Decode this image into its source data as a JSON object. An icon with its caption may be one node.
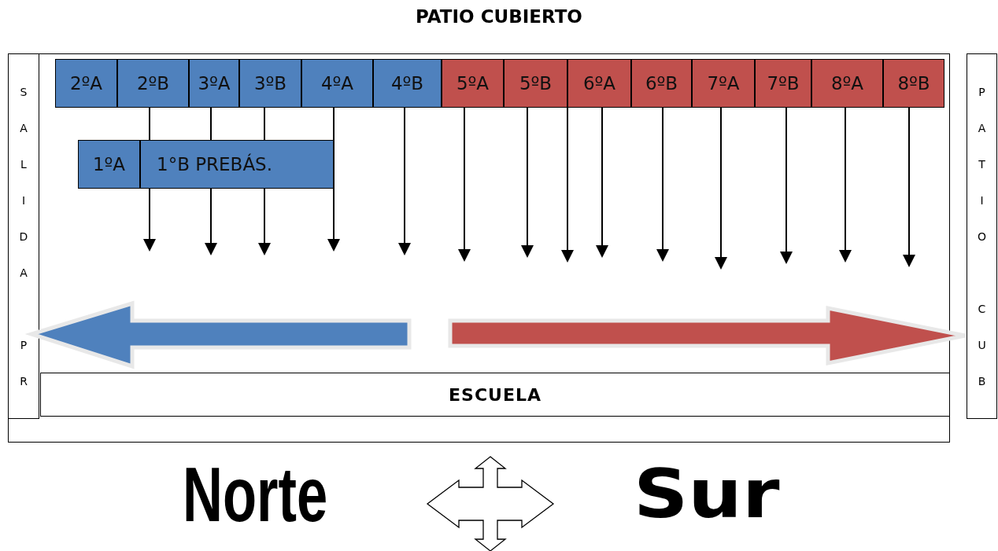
{
  "diagram": {
    "title": "PATIO CUBIERTO",
    "nodes": [
      {
        "text": [
          "2ºA"
        ]
      },
      {
        "text": [
          "2ºB"
        ]
      },
      {
        "text": [
          "3ºA"
        ]
      },
      {
        "text": [
          "3ºB"
        ]
      },
      {
        "text": [
          "4ºA"
        ]
      },
      {
        "text": [
          "4ºB"
        ]
      },
      {
        "text": [
          "5ºA"
        ]
      },
      {
        "text": [
          "5ºB"
        ]
      },
      {
        "text": [
          "6ºA"
        ]
      },
      {
        "text": [
          "6ºB"
        ]
      },
      {
        "text": [
          "7ºA"
        ]
      },
      {
        "text": [
          "7ºB"
        ]
      },
      {
        "text": [
          "8ºA"
        ]
      },
      {
        "text": [
          "8ºB"
        ]
      },
      {
        "text": [
          "1ºA"
        ]
      },
      {
        "text": [
          "1°B PREBÁS."
        ]
      },
      {
        "text": [
          "ESCUELA"
        ]
      },
      {
        "text": [
          "SALIDA PR"
        ]
      },
      {
        "text": [
          "PATIO CUB"
        ]
      }
    ],
    "edges": [
      {
        "from": 1,
        "to": null,
        "arrow": "to"
      },
      {
        "from": 2,
        "to": null,
        "arrow": "to"
      },
      {
        "from": 3,
        "to": null,
        "arrow": "to"
      },
      {
        "from": 4,
        "to": null,
        "arrow": "to"
      },
      {
        "from": 5,
        "to": null,
        "arrow": "to"
      },
      {
        "from": 6,
        "to": null,
        "arrow": "to"
      },
      {
        "from": 7,
        "to": null,
        "arrow": "to"
      },
      {
        "from": 8,
        "to": null,
        "arrow": "to"
      },
      {
        "from": 8,
        "to": null,
        "arrow": "to"
      },
      {
        "from": 9,
        "to": null,
        "arrow": "to"
      },
      {
        "from": 10,
        "to": null,
        "arrow": "to"
      },
      {
        "from": 11,
        "to": null,
        "arrow": "to"
      },
      {
        "from": 12,
        "to": null,
        "arrow": "to"
      },
      {
        "from": 13,
        "to": null,
        "arrow": "to"
      },
      {
        "from": null,
        "to": 17,
        "arrow": "to",
        "style": "thick",
        "color": "#4f81bd"
      },
      {
        "from": null,
        "to": 18,
        "arrow": "to",
        "style": "thick",
        "color": "#c0504d"
      }
    ],
    "labels": [
      "Norte",
      "Sur"
    ]
  }
}
